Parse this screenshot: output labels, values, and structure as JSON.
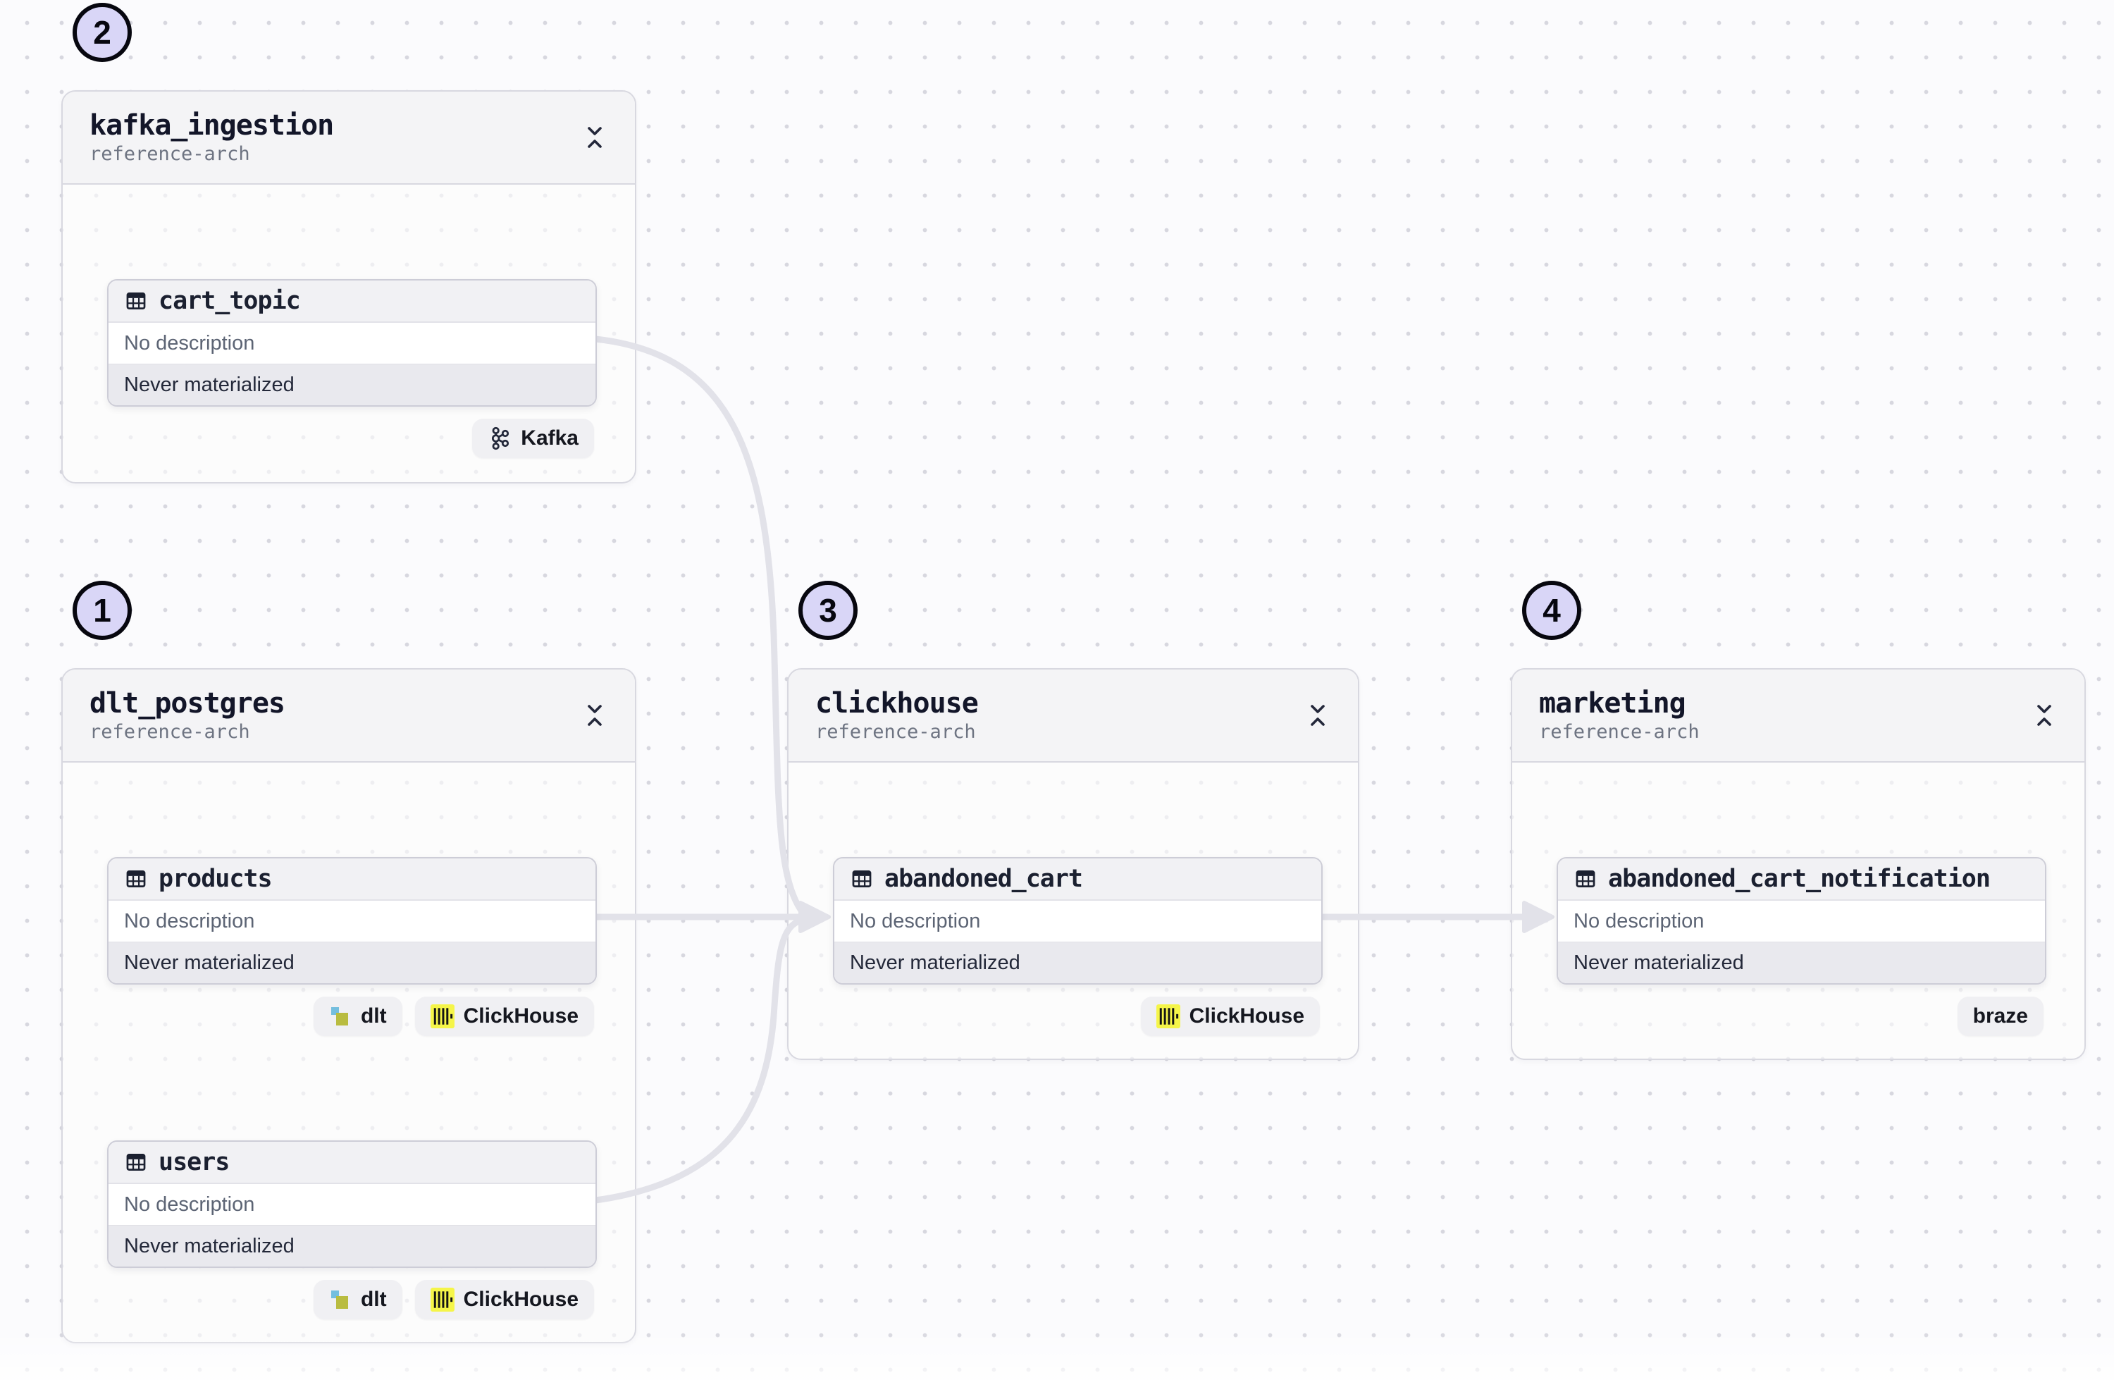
{
  "canvas": {
    "background": "#fbfbfd",
    "dot_color": "#d7d7df",
    "edge_color": "#e2e2e9",
    "badge_fill": "#d9d6f7",
    "badge_border": "#07070f"
  },
  "groups": [
    {
      "badge": "2",
      "title": "kafka_ingestion",
      "subtitle": "reference-arch",
      "assets": [
        {
          "name": "cart_topic",
          "description": "No description",
          "status": "Never materialized"
        }
      ],
      "tags": [
        {
          "label": "Kafka",
          "icon": "kafka-icon"
        }
      ]
    },
    {
      "badge": "1",
      "title": "dlt_postgres",
      "subtitle": "reference-arch",
      "assets": [
        {
          "name": "products",
          "description": "No description",
          "status": "Never materialized"
        },
        {
          "name": "users",
          "description": "No description",
          "status": "Never materialized"
        }
      ],
      "tags": [
        {
          "label": "dlt",
          "icon": "dlt-icon"
        },
        {
          "label": "ClickHouse",
          "icon": "clickhouse-icon"
        }
      ]
    },
    {
      "badge": "3",
      "title": "clickhouse",
      "subtitle": "reference-arch",
      "assets": [
        {
          "name": "abandoned_cart",
          "description": "No description",
          "status": "Never materialized"
        }
      ],
      "tags": [
        {
          "label": "ClickHouse",
          "icon": "clickhouse-icon"
        }
      ]
    },
    {
      "badge": "4",
      "title": "marketing",
      "subtitle": "reference-arch",
      "assets": [
        {
          "name": "abandoned_cart_notification",
          "description": "No description",
          "status": "Never materialized"
        }
      ],
      "tags": [
        {
          "label": "braze",
          "icon": null
        }
      ]
    }
  ],
  "edges": [
    {
      "from": "cart_topic",
      "to": "abandoned_cart"
    },
    {
      "from": "products",
      "to": "abandoned_cart"
    },
    {
      "from": "users",
      "to": "abandoned_cart"
    },
    {
      "from": "abandoned_cart",
      "to": "abandoned_cart_notification"
    }
  ],
  "icon_colors": {
    "clickhouse_yellow": "#f5f549",
    "dlt_blue": "#74bede",
    "dlt_olive": "#b9bc40"
  }
}
